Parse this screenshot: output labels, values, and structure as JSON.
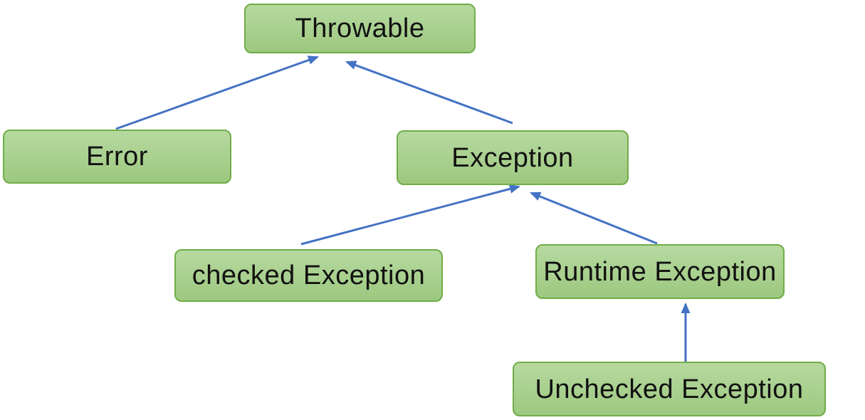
{
  "diagram": {
    "description": "Java exception class hierarchy diagram",
    "nodes": [
      {
        "id": "throwable",
        "label": "Throwable"
      },
      {
        "id": "error",
        "label": "Error"
      },
      {
        "id": "exception",
        "label": "Exception"
      },
      {
        "id": "checked-exception",
        "label": "checked Exception"
      },
      {
        "id": "runtime-exception",
        "label": "Runtime Exception"
      },
      {
        "id": "unchecked-exception",
        "label": "Unchecked Exception"
      }
    ],
    "edges": [
      {
        "from": "Error",
        "to": "Throwable"
      },
      {
        "from": "Exception",
        "to": "Throwable"
      },
      {
        "from": "checked Exception",
        "to": "Exception"
      },
      {
        "from": "Runtime Exception",
        "to": "Exception"
      },
      {
        "from": "Unchecked Exception",
        "to": "Runtime Exception"
      }
    ]
  },
  "colors": {
    "background": "#ffffff",
    "node_fill_top": "#b6d9a0",
    "node_fill_bottom": "#9dc87f",
    "node_border": "#70ad47",
    "arrow": "#4472c4",
    "text": "#111111"
  }
}
